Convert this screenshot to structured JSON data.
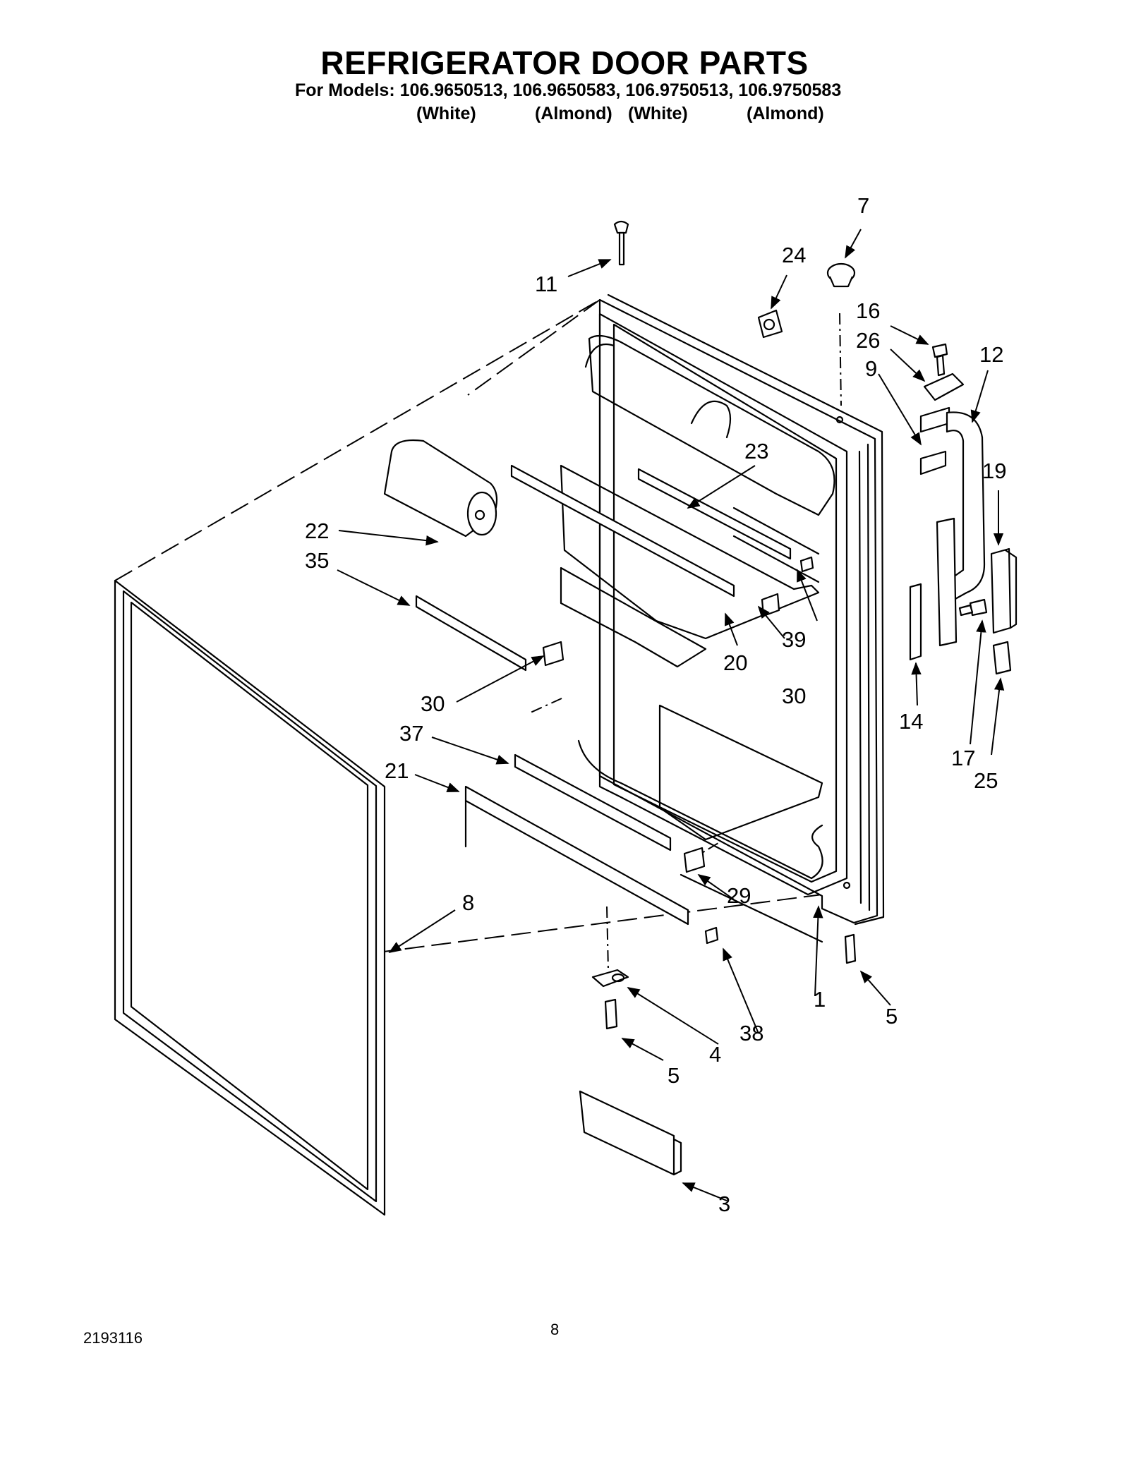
{
  "title": "REFRIGERATOR DOOR PARTS",
  "models_line": "For Models: 106.9650513, 106.9650583, 106.9750513, 106.9750583",
  "model_colors": [
    "(White)",
    "(Almond)",
    "(White)",
    "(Almond)"
  ],
  "callouts": [
    "1",
    "3",
    "4",
    "5",
    "5",
    "7",
    "8",
    "9",
    "11",
    "12",
    "14",
    "16",
    "17",
    "19",
    "20",
    "21",
    "22",
    "23",
    "24",
    "25",
    "26",
    "29",
    "30",
    "30",
    "35",
    "37",
    "38",
    "39"
  ],
  "footer": {
    "doc_number": "2193116",
    "page_number": "8"
  }
}
